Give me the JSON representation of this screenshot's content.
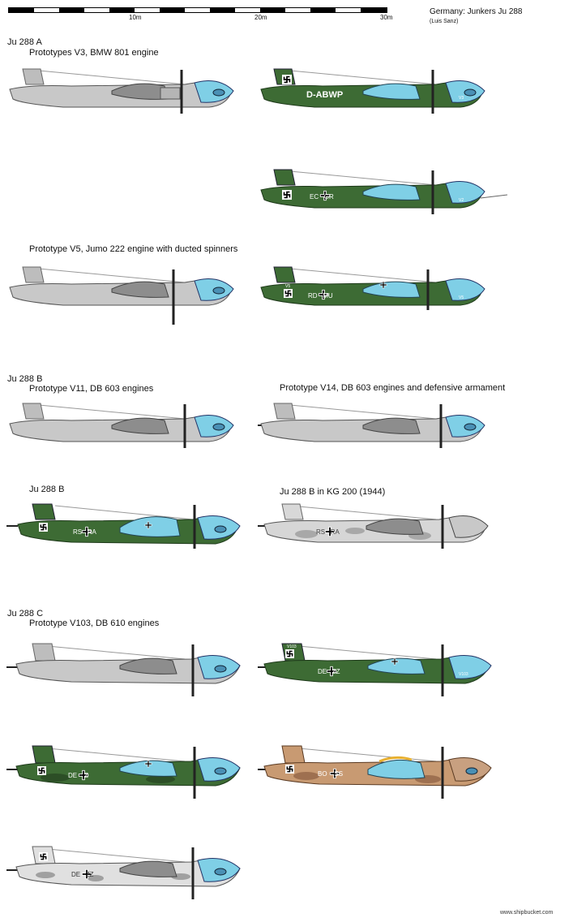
{
  "title": "Germany: Junkers Ju 288",
  "author": "(Luis Sanz)",
  "watermark": "www.shipbucket.com",
  "scale_labels": [
    "10m",
    "20m",
    "30m"
  ],
  "sections": {
    "a_title": "Ju 288 A",
    "a_v3": "Prototypes V3, BMW 801 engine",
    "a_v5": "Prototype V5, Jumo 222 engine with ducted spinners",
    "b_title": "Ju 288 B",
    "b_v11": "Prototype V11, DB 603 engines",
    "b_v14": "Prototype V14, DB 603 engines and defensive armament",
    "b_std": "Ju 288 B",
    "b_kg200": "Ju 288 B in KG 200 (1944)",
    "c_title": "Ju 288 C",
    "c_v103": "Prototype V103, DB 610 engines"
  },
  "markings": {
    "v3_green": "D-ABWP",
    "v3_green_nose": "V3",
    "v4": "EC   GR",
    "v4_nose": "V2",
    "v5_green": "RD   MU",
    "v5_green_nose": "V5",
    "v5_tail": "V5",
    "b_green": "RS   RA",
    "b_kg200": "RS   RA",
    "c_v103_green": "DE   ZZ",
    "c_v103_tail": "V103",
    "c_v103_nose": "V103",
    "c_green": "DE    Z",
    "c_tan": "BO    SS",
    "c_white": "DE   ZZ"
  },
  "colors": {
    "grey": "#c8c8c8",
    "green": "#3d6b34",
    "cockpit": "#7fcfe6",
    "tan": "#c89a72",
    "white_camo": "#e0e0e0"
  }
}
